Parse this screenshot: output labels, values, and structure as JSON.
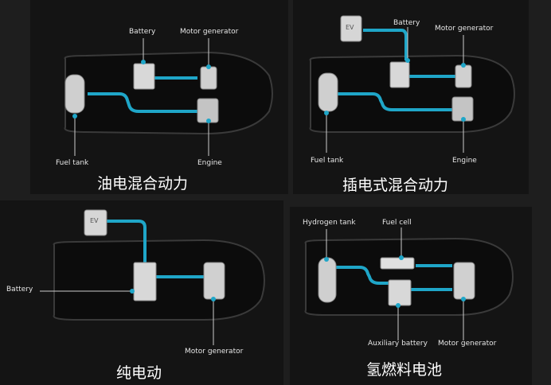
{
  "colors": {
    "accent": "#1fa6c8",
    "background": "#141414"
  },
  "panels": [
    {
      "title": "油电混合动力",
      "labels": {
        "battery": "Battery",
        "motor_generator": "Motor generator",
        "fuel_tank": "Fuel tank",
        "engine": "Engine"
      }
    },
    {
      "title": "插电式混合动力",
      "labels": {
        "ev_plug": "EV",
        "battery": "Battery",
        "motor_generator": "Motor generator",
        "fuel_tank": "Fuel tank",
        "engine": "Engine"
      }
    },
    {
      "title": "纯电动",
      "labels": {
        "ev_plug": "EV",
        "battery": "Battery",
        "motor_generator": "Motor generator"
      }
    },
    {
      "title": "氢燃料电池",
      "labels": {
        "hydrogen_tank": "Hydrogen tank",
        "fuel_cell": "Fuel cell",
        "auxiliary_battery": "Auxiliary battery",
        "motor_generator": "Motor generator"
      }
    }
  ]
}
